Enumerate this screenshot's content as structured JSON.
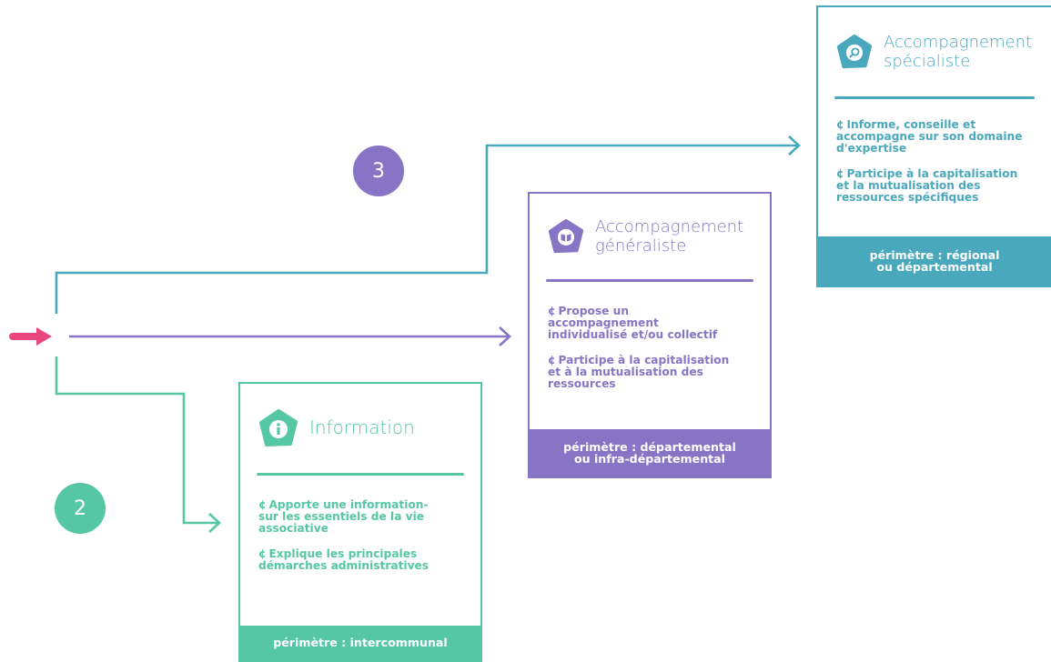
{
  "colors": {
    "teal": "#55c7a4",
    "purple": "#8774c4",
    "blue": "#4aa8bd",
    "pink": "#e8467c"
  },
  "badges": {
    "step2": "2",
    "step3": "3"
  },
  "information": {
    "icon": "info-icon",
    "title": "Information",
    "items": [
      {
        "bullet": "¢",
        "text": "Apporte une information-\nsur les essentiels de la vie\nassociative"
      },
      {
        "bullet": "¢",
        "text": "Explique les principales\ndémarches administratives"
      }
    ],
    "perimeter": "périmètre : intercommunal"
  },
  "generaliste": {
    "icon": "book-icon",
    "title_line1": "Accompagnement",
    "title_line2": "généraliste",
    "items": [
      {
        "bullet": "¢",
        "text": "Propose un\naccompagnement\nindividualisé et/ou collectif"
      },
      {
        "bullet": "¢",
        "text": "Participe à la capitalisation\net à la mutualisation des\nressources"
      }
    ],
    "perimeter_line1": "périmètre : départemental",
    "perimeter_line2": "ou infra-départemental"
  },
  "specialiste": {
    "icon": "magnifier-icon",
    "title_line1": "Accompagnement",
    "title_line2": "spécialiste",
    "items": [
      {
        "bullet": "¢",
        "text": "Informe, conseille et\naccompagne sur son domaine\nd'expertise"
      },
      {
        "bullet": "¢",
        "text": "Participe à la capitalisation\net la mutualisation des\nressources spécifiques"
      }
    ],
    "perimeter_line1": "périmètre : régional",
    "perimeter_line2": "ou départemental"
  }
}
